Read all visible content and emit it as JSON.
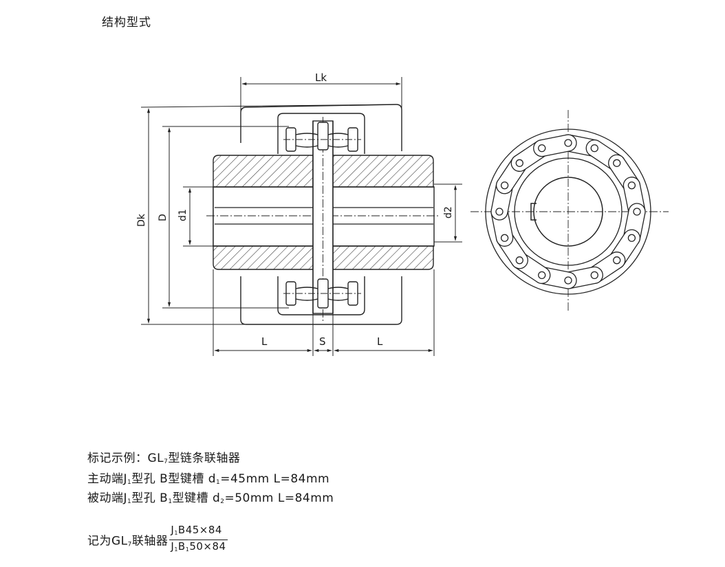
{
  "heading": "结构型式",
  "dimensions": {
    "Lk": "Lk",
    "Dk": "Dk",
    "D": "D",
    "d1": "d1",
    "d2": "d2",
    "L_left": "L",
    "S": "S",
    "L_right": "L"
  },
  "example": {
    "line1": {
      "prefix": "标记示例：GL",
      "sub": "7",
      "suffix": "型链条联轴器"
    },
    "line2": {
      "prefix": "主动端J",
      "sub": "1",
      "mid": "型孔 B型键槽 d",
      "sub2": "1",
      "suffix": "=45mm   L=84mm"
    },
    "line3": {
      "prefix": "被动端J",
      "sub": "1",
      "mid": "型孔 B",
      "sub2": "1",
      "mid2": "型键槽 d",
      "sub3": "2",
      "suffix": "=50mm   L=84mm"
    },
    "designation": {
      "prefix": "记为GL",
      "sub": "7",
      "suffix": "联轴器",
      "num_a": "J",
      "num_sub": "1",
      "num_b": "B45×84",
      "den_a": "J",
      "den_sub": "1",
      "den_b": "B",
      "den_sub2": "1",
      "den_c": "50×84"
    }
  }
}
